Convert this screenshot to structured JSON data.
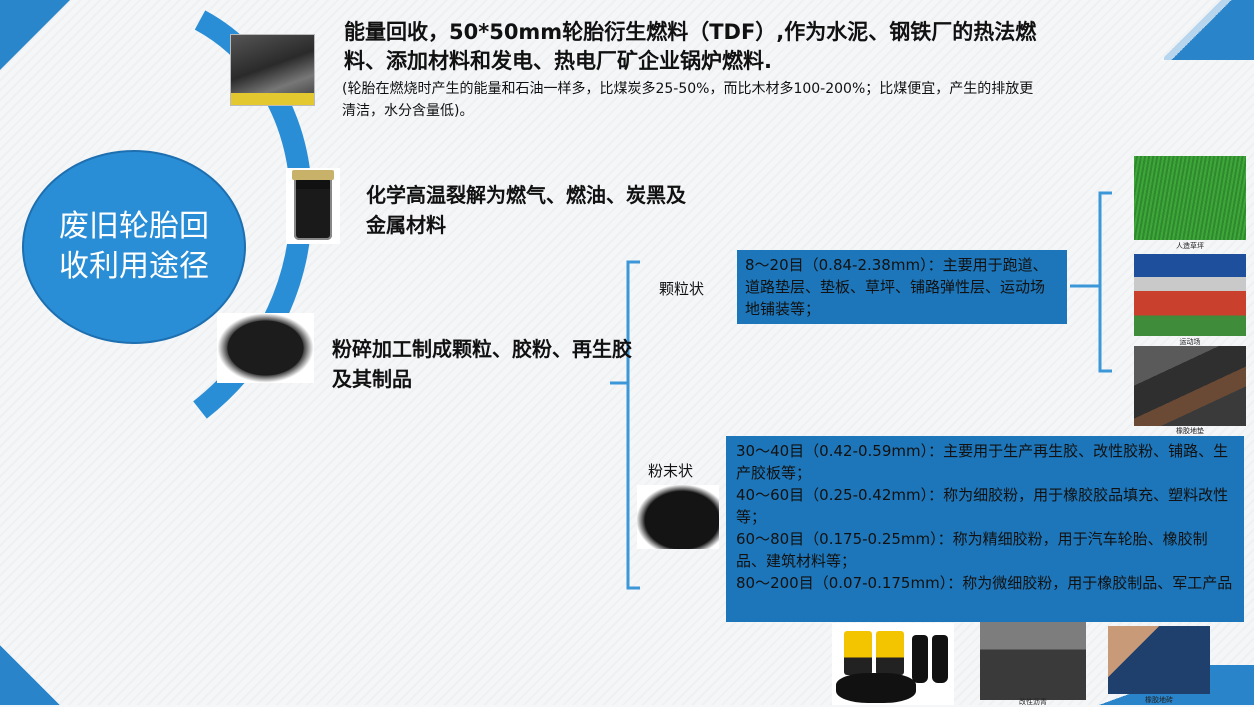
{
  "center": {
    "title": "废旧轮胎回收利用途径"
  },
  "items": [
    {
      "title": "能量回收，50*50mm轮胎衍生燃料（TDF）,作为水泥、钢铁厂的热法燃料、添加材料和发电、热电厂矿企业锅炉燃料.",
      "note": "(轮胎在燃烧时产生的能量和石油一样多，比煤炭多25-50%，而比木材多100-200%；比煤便宜，产生的排放更清洁，水分含量低)。"
    },
    {
      "title": "化学高温裂解为燃气、燃油、炭黑及金属材料"
    },
    {
      "title": "粉碎加工制成颗粒、胶粉、再生胶及其制品"
    }
  ],
  "branches": {
    "granule": {
      "label": "颗粒状",
      "desc": "8～20目（0.84-2.38mm）：主要用于跑道、道路垫层、垫板、草坪、铺路弹性层、运动场地铺装等；",
      "thumbs": [
        "人造草坪",
        "运动场",
        "橡胶地垫"
      ]
    },
    "powder": {
      "label": "粉末状",
      "lines": [
        "30～40目（0.42-0.59mm）：主要用于生产再生胶、改性胶粉、铺路、生产胶板等；",
        "40～60目（0.25-0.42mm）：称为细胶粉，用于橡胶胶品填充、塑料改性等；",
        "60～80目（0.175-0.25mm）：称为精细胶粉，用于汽车轮胎、橡胶制品、建筑材料等；",
        "80～200目（0.07-0.175mm）：称为微细胶粉，用于橡胶制品、军工产品"
      ]
    }
  },
  "bottom_captions": [
    "改性沥青",
    "橡胶地砖"
  ],
  "colors": {
    "arc": "#2a8ed6",
    "box": "#1d76b9",
    "bracket": "#3c97d8"
  }
}
